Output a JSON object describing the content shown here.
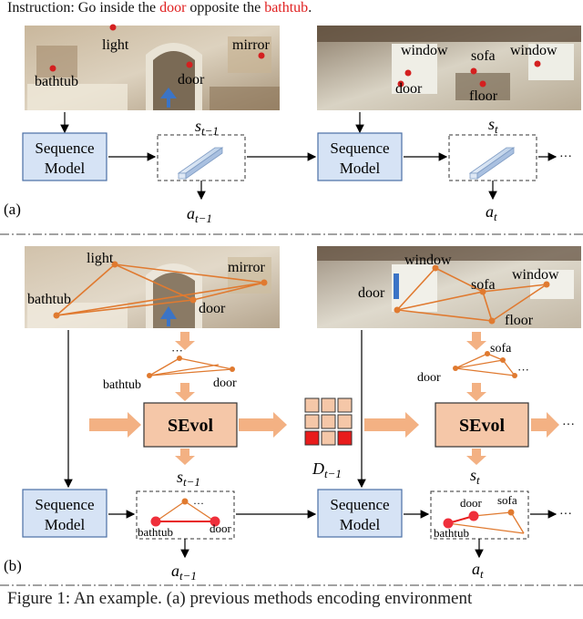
{
  "instruction": {
    "prefix": "Instruction: Go inside the ",
    "word1": "door",
    "middle": " opposite the ",
    "word2": "bathtub",
    "suffix": "."
  },
  "panel_a": {
    "label": "(a)",
    "img1_labels": {
      "light": "light",
      "mirror": "mirror",
      "bathtub": "bathtub",
      "door": "door"
    },
    "img2_labels": {
      "window1": "window",
      "sofa": "sofa",
      "window2": "window",
      "door": "door",
      "floor": "floor"
    },
    "seq_model_1": [
      "Sequence",
      "Model"
    ],
    "seq_model_2": [
      "Sequence",
      "Model"
    ],
    "state_prev": "s",
    "state_prev_sub": "t−1",
    "state_cur": "s",
    "state_cur_sub": "t",
    "action_prev": "a",
    "action_prev_sub": "t−1",
    "action_cur": "a",
    "action_cur_sub": "t",
    "ellipsis": "···"
  },
  "panel_b": {
    "label": "(b)",
    "img1_labels": {
      "light": "light",
      "mirror": "mirror",
      "bathtub": "bathtub",
      "door": "door"
    },
    "img2_labels": {
      "window1": "window",
      "window2": "window",
      "door": "door",
      "sofa": "sofa",
      "floor": "floor"
    },
    "graph1_labels": {
      "bathtub": "bathtub",
      "door": "door",
      "dots": "···"
    },
    "graph2_labels": {
      "sofa": "sofa",
      "door": "door",
      "dots": "···"
    },
    "sevol": "SEvol",
    "memory_label": "D",
    "memory_sub": "t−1",
    "seq_model_1": [
      "Sequence",
      "Model"
    ],
    "seq_model_2": [
      "Sequence",
      "Model"
    ],
    "state_prev": "s",
    "state_prev_sub": "t−1",
    "state_cur": "s",
    "state_cur_sub": "t",
    "action_prev": "a",
    "action_prev_sub": "t−1",
    "action_cur": "a",
    "action_cur_sub": "t",
    "state_graph1_labels": {
      "bathtub": "bathtub",
      "door": "door",
      "dots": "···"
    },
    "state_graph2_labels": {
      "bathtub": "bathtub",
      "door": "door",
      "sofa": "sofa"
    },
    "ellipsis": "···"
  },
  "caption_partial": "Figure 1: An example. (a) previous methods encoding environment",
  "colors": {
    "accent_red": "#e02020",
    "seq_box": "#d6e3f5",
    "seq_border": "#4a6fa5",
    "sevol_box": "#f5c7a8",
    "graph_orange": "#e08a3c",
    "arrow_orange": "#f3b183"
  }
}
